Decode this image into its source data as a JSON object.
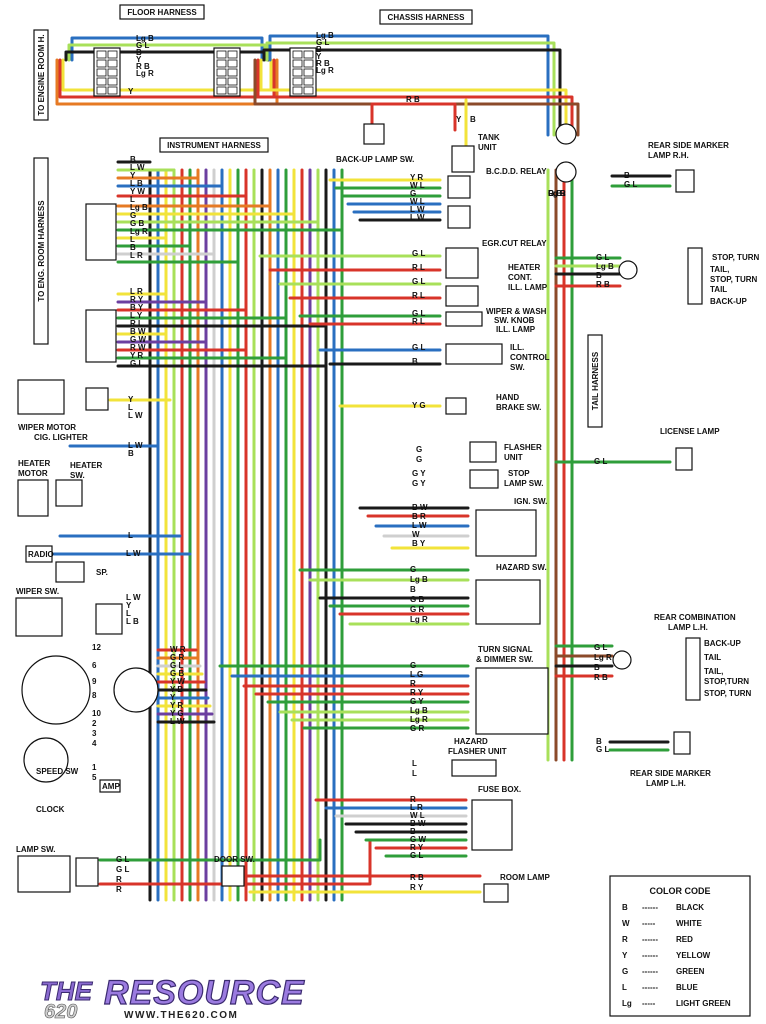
{
  "harness_titles": {
    "floor": "FLOOR HARNESS",
    "chassis": "CHASSIS HARNESS",
    "instrument": "INSTRUMENT HARNESS",
    "tail": "TAIL HARNESS"
  },
  "side_labels": {
    "to_engine_room_top": "TO ENGINE ROOM H.",
    "to_eng_room_harness": "TO ENG. ROOM HARNESS"
  },
  "components": {
    "back_up_lamp_sw": "BACK-UP LAMP SW.",
    "tank_unit_1": "TANK",
    "tank_unit_2": "UNIT",
    "bcdd_relay": "B.C.D.D. RELAY",
    "egr_cut_relay": "EGR.CUT RELAY",
    "heater_cont_1": "HEATER",
    "heater_cont_2": "CONT.",
    "heater_cont_3": "ILL. LAMP",
    "wiper_wash_1": "WIPER & WASH",
    "wiper_wash_2": "SW. KNOB",
    "wiper_wash_3": "ILL. LAMP",
    "ill_control_1": "ILL.",
    "ill_control_2": "CONTROL",
    "ill_control_3": "SW.",
    "hand_brake_1": "HAND",
    "hand_brake_2": "BRAKE SW.",
    "flasher_unit_1": "FLASHER",
    "flasher_unit_2": "UNIT",
    "stop_lamp_1": "STOP",
    "stop_lamp_2": "LAMP SW.",
    "ign_sw": "IGN. SW.",
    "hazard_sw": "HAZARD SW.",
    "turn_signal_1": "TURN SIGNAL",
    "turn_signal_2": "& DIMMER SW.",
    "hazard_flasher_1": "HAZARD",
    "hazard_flasher_2": "FLASHER UNIT",
    "fuse_box": "FUSE BOX.",
    "room_lamp": "ROOM LAMP",
    "door_sw": "DOOR SW.",
    "lamp_sw": "LAMP SW.",
    "clock": "CLOCK",
    "wiper_sw": "WIPER SW.",
    "sp": "SP.",
    "radio": "RADIO",
    "heater_motor_1": "HEATER",
    "heater_motor_2": "MOTOR",
    "heater_sw_1": "HEATER",
    "heater_sw_2": "SW.",
    "cig_lighter": "CIG. LIGHTER",
    "wiper_motor": "WIPER MOTOR",
    "amp": "AMP",
    "speed_sw": "SPEED SW",
    "rear_side_marker_rh_1": "REAR SIDE MARKER",
    "rear_side_marker_rh_2": "LAMP R.H.",
    "license_lamp": "LICENSE LAMP",
    "rear_comb_lh_1": "REAR COMBINATION",
    "rear_comb_lh_2": "LAMP L.H.",
    "rear_side_marker_lh_1": "REAR SIDE MARKER",
    "rear_side_marker_lh_2": "LAMP L.H."
  },
  "rear_rh_labels": [
    "STOP, TURN",
    "TAIL,",
    "STOP, TURN",
    "TAIL",
    "BACK-UP"
  ],
  "rear_lh_labels": [
    "BACK-UP",
    "TAIL",
    "TAIL,",
    "STOP,TURN",
    "STOP, TURN"
  ],
  "wire_labels": {
    "floor_left": [
      "Lg B",
      "G L",
      "B",
      "Y",
      "R B",
      "Lg R"
    ],
    "chassis": [
      "Lg B",
      "G L",
      "B",
      "Y",
      "R B",
      "Lg R"
    ],
    "chassis_rb": "R B",
    "tank": [
      "Y",
      "B"
    ],
    "instrument_connector": [
      "B",
      "L W",
      "Y",
      "L B",
      "Y W",
      "L",
      "Lg B",
      "G",
      "G B",
      "Lg R",
      "L",
      "B",
      "L R"
    ],
    "second_connector": [
      "L R",
      "R Y",
      "B Y",
      "L Y",
      "R L",
      "B W",
      "G W",
      "R W",
      "Y R",
      "G L"
    ],
    "wiper_motor": [
      "Y",
      "L",
      "L W"
    ],
    "cig": [
      "L W",
      "B"
    ],
    "heater_l": "L",
    "radio": "L W",
    "wiper_sw": [
      "L W",
      "Y",
      "L",
      "L B"
    ],
    "gauge": [
      "W R",
      "G R",
      "G L",
      "G B",
      "Y W",
      "Y B",
      "Y",
      "Y R",
      "Y G",
      "L W"
    ],
    "gauge_numbers": [
      "12",
      "6",
      "9",
      "8",
      "10",
      "2",
      "3",
      "4",
      "1",
      "5"
    ],
    "lamp_sw": [
      "G L",
      "G L",
      "R",
      "R"
    ],
    "relay": [
      "Y R",
      "W L",
      "G",
      "W L",
      "L W",
      "L W"
    ],
    "heater_cont": [
      "G L",
      "R L",
      "G L",
      "R L"
    ],
    "wiper_knob": [
      "G L",
      "R L"
    ],
    "ill_control": [
      "G L",
      "B"
    ],
    "hand_brake": "Y G",
    "flasher": [
      "G",
      "G"
    ],
    "stop": [
      "G Y",
      "G Y"
    ],
    "ign": [
      "B W",
      "B R",
      "L W",
      "W",
      "B Y"
    ],
    "hazard": [
      "G",
      "Lg B",
      "B",
      "G B",
      "G R",
      "Lg R"
    ],
    "turn": [
      "G",
      "L G",
      "R",
      "R Y",
      "G Y",
      "Lg B",
      "Lg R",
      "G R"
    ],
    "hazard_flasher": [
      "L",
      "L"
    ],
    "fuse": [
      "R",
      "L R",
      "W L",
      "B W",
      "B",
      "G W",
      "R Y",
      "G L"
    ],
    "room": [
      "R B",
      "R Y"
    ],
    "rear_rh_marker": [
      "B",
      "G L"
    ],
    "chassis_vertical": [
      "Lg B",
      "Lg R",
      "R B",
      "G L"
    ],
    "rear_rh": [
      "G L",
      "Lg B",
      "B",
      "R B"
    ],
    "license": "G L",
    "rear_lh": [
      "G L",
      "Lg R",
      "B",
      "R B"
    ],
    "rear_lh_marker": [
      "B",
      "G L"
    ]
  },
  "color_code": {
    "title": "COLOR CODE",
    "entries": [
      {
        "code": "B",
        "dash": "------",
        "name": "BLACK"
      },
      {
        "code": "W",
        "dash": "-----",
        "name": "WHITE"
      },
      {
        "code": "R",
        "dash": "------",
        "name": "RED"
      },
      {
        "code": "Y",
        "dash": "------",
        "name": "YELLOW"
      },
      {
        "code": "G",
        "dash": "------",
        "name": "GREEN"
      },
      {
        "code": "L",
        "dash": "------",
        "name": "BLUE"
      },
      {
        "code": "Lg",
        "dash": "-----",
        "name": "LIGHT GREEN"
      }
    ]
  },
  "logo": {
    "the": "THE",
    "num": "620",
    "name": "RESOURCE",
    "url": "WWW.THE620.COM"
  },
  "colors": {
    "black": "#1a1a1a",
    "white": "#cfcfcf",
    "red": "#d8342a",
    "yellow": "#f2e33a",
    "green": "#2f9e3a",
    "blue": "#2a6fc0",
    "light_green": "#a8e05a",
    "orange": "#e67a24",
    "purple": "#6b3fa0",
    "brown": "#8b4a2a"
  }
}
